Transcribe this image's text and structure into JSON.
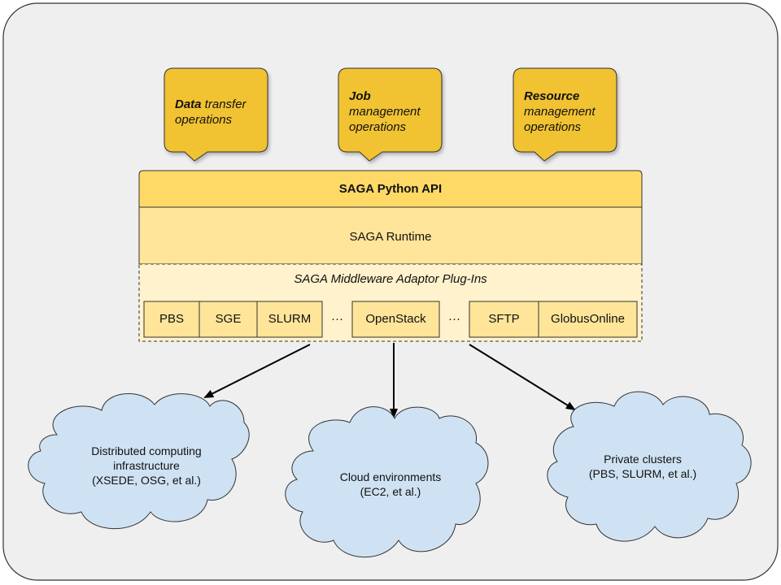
{
  "callouts": [
    {
      "bold": "Data",
      "rest_line1": " transfer",
      "line2": "operations",
      "line3": ""
    },
    {
      "bold": "Job",
      "rest_line1": "",
      "line2": "management",
      "line3": "operations"
    },
    {
      "bold": "Resource",
      "rest_line1": "",
      "line2": "management",
      "line3": "operations"
    }
  ],
  "api_title": "SAGA Python API",
  "runtime_label": "SAGA Runtime",
  "plugins_title": "SAGA Middleware Adaptor Plug-Ins",
  "plugins": {
    "pbs": "PBS",
    "sge": "SGE",
    "slurm": "SLURM",
    "openstack": "OpenStack",
    "sftp": "SFTP",
    "globus": "GlobusOnline"
  },
  "ellipsis": "···",
  "clouds": [
    {
      "line1": "Distributed computing",
      "line2": "infrastructure",
      "line3": "(XSEDE, OSG, et al.)"
    },
    {
      "line1": "Cloud environments",
      "line2": "(EC2, et al.)"
    },
    {
      "line1": "Private clusters",
      "line2": "(PBS, SLURM, et al.)"
    }
  ],
  "colors": {
    "frame_bg": "#efefef",
    "callout": "#f1c232",
    "api_bar": "#ffd966",
    "runtime": "#ffe599",
    "plugins_area": "#fff2cc",
    "plugin_box": "#ffe599",
    "cloud": "#cfe2f3"
  }
}
